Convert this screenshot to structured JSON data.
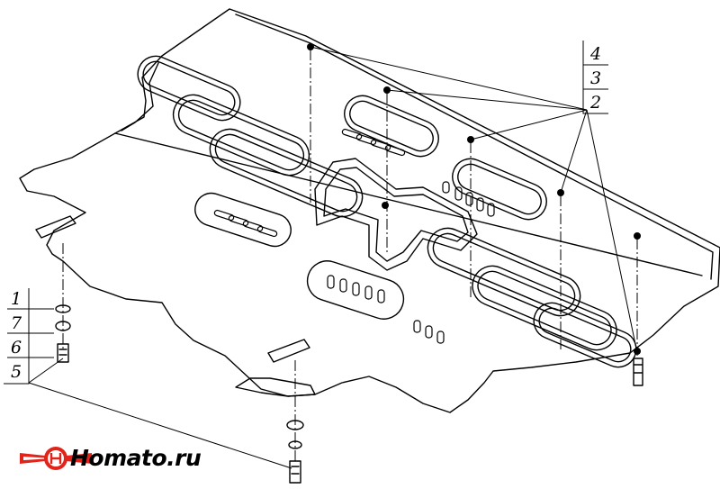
{
  "callouts": {
    "left": [
      "1",
      "7",
      "6",
      "5"
    ],
    "right": [
      "4",
      "3",
      "2"
    ]
  },
  "logo": {
    "text": "Homato.ru",
    "brand_color": "#e2231a",
    "icon": "wing-logo-icon"
  },
  "colors": {
    "line": "#000000",
    "background": "#ffffff"
  }
}
